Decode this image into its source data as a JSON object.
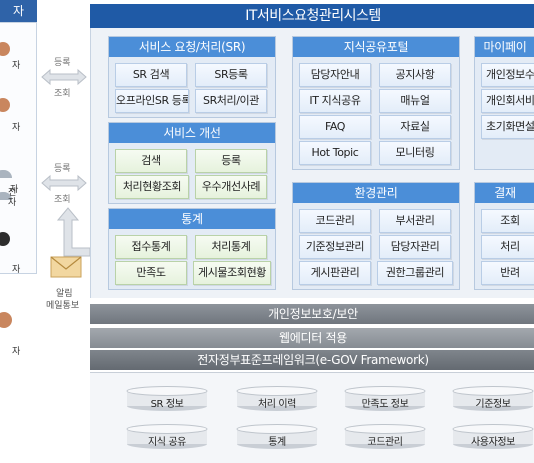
{
  "left": {
    "header": "자",
    "users": [
      "자",
      "자",
      "자",
      "전\n자",
      "자",
      "자"
    ],
    "flows": [
      {
        "top": "등록",
        "bottom": "조회"
      },
      {
        "top": "등록",
        "bottom": "조회"
      }
    ],
    "alert_label_1": "알림",
    "alert_label_2": "메일통보"
  },
  "title": "IT서비스요청관리시스템",
  "sections": {
    "service_request": {
      "title": "서비스 요청/처리(SR)",
      "items": [
        "SR 검색",
        "SR등록",
        "오프라인SR 등록",
        "SR처리/이관"
      ]
    },
    "service_improve": {
      "title": "서비스 개선",
      "items": [
        "검색",
        "등록",
        "처리현황조회",
        "우수개선사례"
      ]
    },
    "stats": {
      "title": "통계",
      "items": [
        "접수통계",
        "처리통계",
        "만족도",
        "게시물조회현황"
      ]
    },
    "knowledge": {
      "title": "지식공유포털",
      "items": [
        "담당자안내",
        "공지사항",
        "IT 지식공유",
        "매뉴얼",
        "FAQ",
        "자료실",
        "Hot Topic",
        "모니터링"
      ]
    },
    "env": {
      "title": "환경관리",
      "items": [
        "코드관리",
        "부서관리",
        "기준정보관리",
        "담당자관리",
        "게시판관리",
        "권한그룹관리"
      ]
    },
    "mypage": {
      "title": "마이페이",
      "items": [
        "개인정보수",
        "개인회서비",
        "초기화면설"
      ]
    },
    "approval": {
      "title": "결재",
      "items": [
        "조회",
        "처리",
        "반려"
      ]
    }
  },
  "bars": {
    "privacy": "개인정보보호/보안",
    "web_editor": "웹에디터 적용",
    "framework": "전자정부표준프레임워크(e-GOV Framework)"
  },
  "databases": [
    "SR 정보",
    "처리 이력",
    "만족도 정보",
    "기준정보",
    "지식 공유",
    "통계",
    "코드관리",
    "사용자정보"
  ],
  "colors": {
    "title_bg": "#1f5aa6",
    "section_head": "#4b8ed8",
    "bar_dark": "#7a7f86",
    "bar_mid": "#959aa1"
  }
}
